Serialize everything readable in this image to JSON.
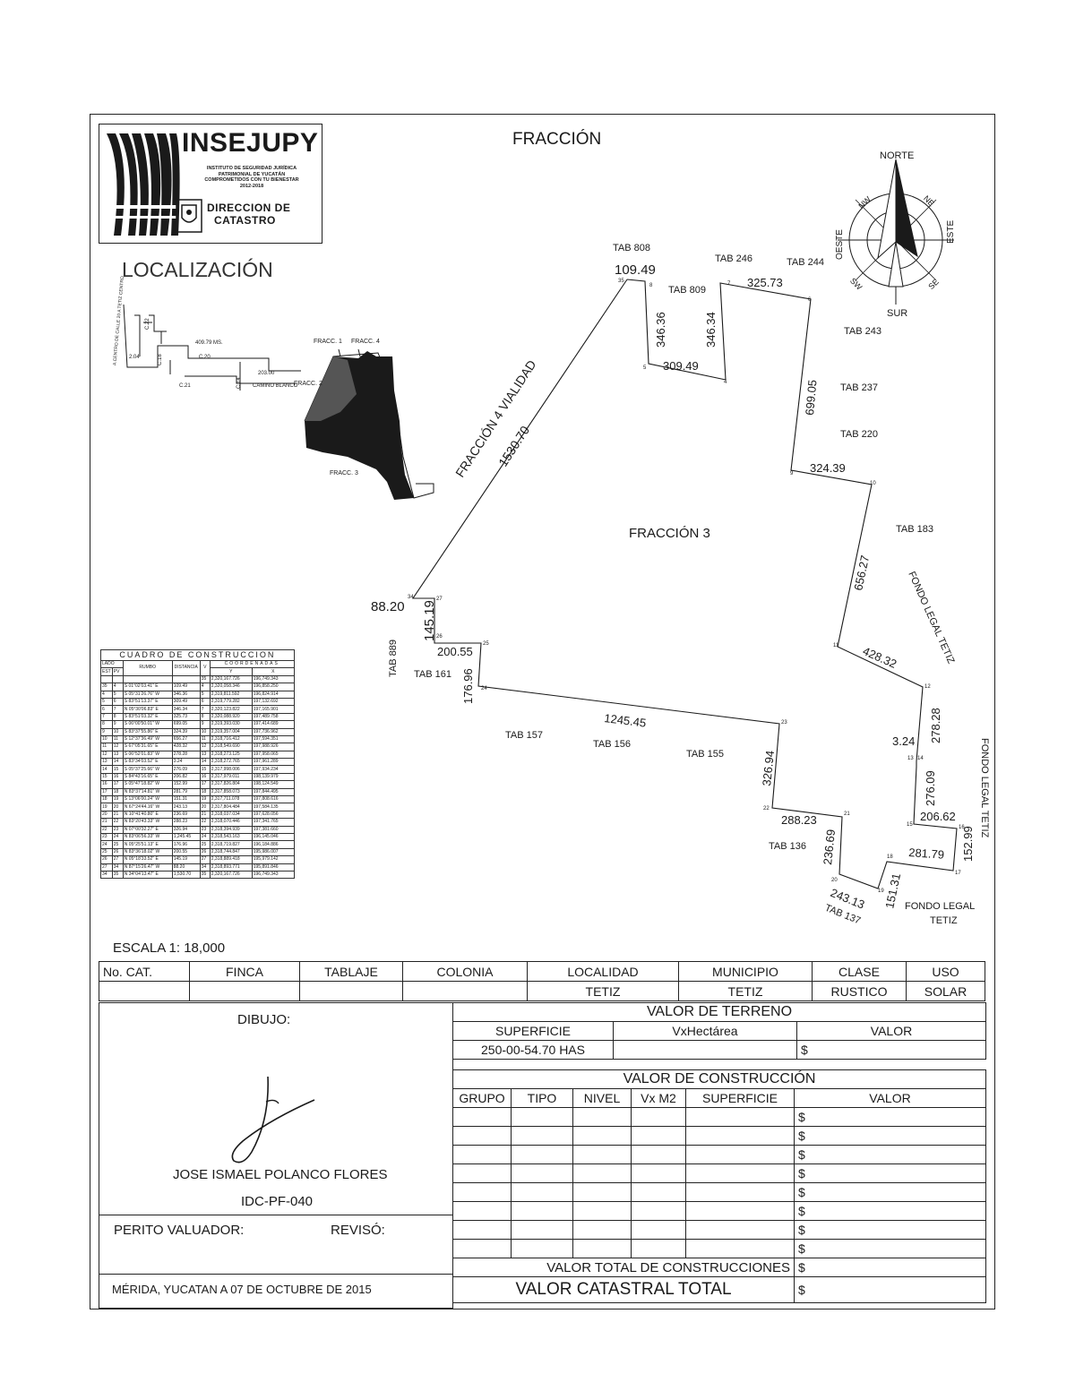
{
  "header": {
    "org_name": "INSEJUPY",
    "org_sub_lines": [
      "INSTITUTO DE SEGURIDAD JURÍDICA",
      "PATRIMONIAL DE YUCATÁN",
      "COMPROMETIDOS CON TU BIENESTAR",
      "2012-2018"
    ],
    "dept_line1": "DIRECCION DE",
    "dept_line2": "CATASTRO",
    "title": "FRACCIÓN",
    "localizacion": "LOCALIZACIÓN"
  },
  "compass": {
    "north": "NORTE",
    "south": "SUR",
    "east": "ESTE",
    "west": "OESTE",
    "ne": "NE",
    "nw": "NW",
    "se": "SE",
    "sw": "SW"
  },
  "loc_map": {
    "fracc1": "FRACC. 1",
    "fracc2": "FRACC. 2",
    "fracc3": "FRACC. 3",
    "fracc4": "FRACC. 4",
    "camino": "CAMINO BLANCO",
    "calle": "A.CENTRO DE CALLE 20 A TETIZ CENTRO",
    "dist1": "409.79 MS.",
    "c20": "C.20",
    "c21": "C.21",
    "c18": "C.18",
    "c14": "C.14",
    "c22": "C.22",
    "dist2": "203.00",
    "sa": "2.04"
  },
  "plan": {
    "fraccion3": "FRACCIÓN 3",
    "vialidad": "FRACCIÓN 4 VIALIDAD",
    "vialidad_len": "1530.70",
    "tabs": [
      "TAB 808",
      "TAB 246",
      "TAB 244",
      "TAB 809",
      "TAB 243",
      "TAB 237",
      "TAB 220",
      "TAB 183",
      "TAB 889",
      "TAB 161",
      "TAB 157",
      "TAB 156",
      "TAB 155",
      "TAB 136",
      "TAB 137"
    ],
    "fondo1": "FONDO LEGAL TETIZ",
    "fondo2": "FONDO LEGAL TETIZ",
    "fondo3a": "FONDO LEGAL",
    "fondo3b": "TETIZ",
    "dims": [
      "109.49",
      "325.73",
      "346.36",
      "346.34",
      "309.49",
      "699.05",
      "324.39",
      "656.27",
      "428.32",
      "278.28",
      "3.24",
      "276.09",
      "206.62",
      "152.99",
      "281.79",
      "151.31",
      "243.13",
      "236.69",
      "288.23",
      "326.94",
      "1245.45",
      "176.96",
      "200.55",
      "145.19",
      "88.20"
    ],
    "vertex_labels": [
      "35",
      "7",
      "6",
      "5",
      "4",
      "8",
      "9",
      "10",
      "11",
      "12",
      "13",
      "14",
      "15",
      "16",
      "17",
      "18",
      "19",
      "20",
      "21",
      "22",
      "23",
      "24",
      "25",
      "26",
      "27",
      "34"
    ]
  },
  "construction_table": {
    "caption": "CUADRO DE CONSTRUCCION",
    "headers": [
      "LADO",
      "RUMBO",
      "DISTANCIA",
      "V",
      "COORDENADAS"
    ],
    "subheaders": [
      "EST",
      "PV",
      "Y",
      "X"
    ],
    "first_row": [
      "",
      "",
      "",
      "",
      "35",
      "2,320,167.726",
      "196,749.343"
    ],
    "rows": [
      [
        "35",
        "4",
        "S 01°02'03.41\" E",
        "109.49",
        "4",
        "2,320,058.346",
        "196,858.250"
      ],
      [
        "4",
        "5",
        "S 05°31'26.76\" W",
        "346.36",
        "5",
        "2,319,811.592",
        "196,824.914"
      ],
      [
        "5",
        "6",
        "S 83°51'13.37\" E",
        "309.49",
        "6",
        "2,319,779.282",
        "197,132.692"
      ],
      [
        "6",
        "7",
        "N 05°30'06.83\" E",
        "346.34",
        "7",
        "2,320,123.822",
        "197,165.901"
      ],
      [
        "7",
        "8",
        "S 83°51'03.32\" E",
        "325.73",
        "8",
        "2,320,088.920",
        "197,489.758"
      ],
      [
        "8",
        "9",
        "S 06°00'50.01\" W",
        "699.05",
        "9",
        "2,319,393.030",
        "197,414.689"
      ],
      [
        "9",
        "10",
        "S 83°37'55.86\" E",
        "324.39",
        "10",
        "2,319,357.004",
        "197,736.962"
      ],
      [
        "10",
        "11",
        "S 12°37'36.49\" W",
        "656.27",
        "11",
        "2,318,716.412",
        "197,594.351"
      ],
      [
        "11",
        "12",
        "S 67°05'31.65\" E",
        "428.32",
        "12",
        "2,318,549.690",
        "197,988.926"
      ],
      [
        "12",
        "13",
        "S 06°52'01.83\" W",
        "278.28",
        "13",
        "2,318,273.125",
        "197,958.065"
      ],
      [
        "13",
        "14",
        "S 83°34'03.52\" E",
        "3.24",
        "14",
        "2,318,272.765",
        "197,961.289"
      ],
      [
        "14",
        "15",
        "S 05°37'25.66\" W",
        "276.09",
        "15",
        "2,317,998.006",
        "197,934.234"
      ],
      [
        "15",
        "16",
        "S 84°43'16.65\" E",
        "206.82",
        "16",
        "2,317,979.011",
        "198,139.979"
      ],
      [
        "16",
        "17",
        "S 05°47'18.82\" W",
        "152.99",
        "17",
        "2,317,826.804",
        "198,124.549"
      ],
      [
        "17",
        "18",
        "N 83°37'14.81\" W",
        "281.79",
        "18",
        "2,317,858.073",
        "197,844.495"
      ],
      [
        "18",
        "19",
        "S 13°06'00.24\" W",
        "151.31",
        "19",
        "2,317,711.078",
        "197,808.616"
      ],
      [
        "19",
        "20",
        "N 67°24'44.16\" W",
        "243.13",
        "20",
        "2,317,804.484",
        "197,584.135"
      ],
      [
        "20",
        "21",
        "N 10°41'40.80\" E",
        "236.69",
        "21",
        "2,318,037.034",
        "197,628.056"
      ],
      [
        "21",
        "22",
        "N 83°20'43.33\" W",
        "288.23",
        "22",
        "2,318,070.446",
        "197,341.765"
      ],
      [
        "22",
        "23",
        "N 07°00'32.27\" E",
        "326.94",
        "23",
        "2,318,394.939",
        "197,381.660"
      ],
      [
        "23",
        "24",
        "N 83°06'56.33\" W",
        "1,245.45",
        "24",
        "2,318,543.163",
        "196,145.046"
      ],
      [
        "24",
        "25",
        "N 05°25'51.13\" E",
        "176.96",
        "25",
        "2,318,719.827",
        "196,184.886"
      ],
      [
        "25",
        "26",
        "N 83°36'18.02\" W",
        "200.55",
        "26",
        "2,318,744.847",
        "195,986.007"
      ],
      [
        "26",
        "27",
        "N 05°18'33.52\" E",
        "145.19",
        "27",
        "2,318,889.418",
        "195,979.142"
      ],
      [
        "27",
        "34",
        "N 87°15'26.47\" W",
        "88.20",
        "34",
        "2,318,893.771",
        "195,891.846"
      ],
      [
        "34",
        "35",
        "N 34°04'13.47\" E",
        "1,530.70",
        "35",
        "2,320,167.726",
        "196,749.343"
      ]
    ]
  },
  "scale": "ESCALA   1: 18,000",
  "info": {
    "headers": [
      "No. CAT.",
      "FINCA",
      "TABLAJE",
      "COLONIA",
      "LOCALIDAD",
      "MUNICIPIO",
      "CLASE",
      "USO"
    ],
    "values": [
      "",
      "",
      "",
      "",
      "TETIZ",
      "TETIZ",
      "RUSTICO",
      "SOLAR"
    ]
  },
  "left_panel": {
    "dibujo": "DIBUJO:",
    "name": "JOSE ISMAEL POLANCO FLORES",
    "id": "IDC-PF-040",
    "perito": "PERITO VALUADOR:",
    "reviso": "REVISÓ:",
    "place_date": "MÉRIDA, YUCATAN  A  07  DE  OCTUBRE  DE  2015"
  },
  "valuation": {
    "terreno_title": "VALOR DE TERRENO",
    "terreno_headers": [
      "SUPERFICIE",
      "VxHectárea",
      "VALOR"
    ],
    "terreno_values": [
      "250-00-54.70 HAS",
      "",
      "$"
    ],
    "construccion_title": "VALOR DE CONSTRUCCIÓN",
    "construccion_headers": [
      "GRUPO",
      "TIPO",
      "NIVEL",
      "Vx M2",
      "SUPERFICIE",
      "VALOR"
    ],
    "dollar": "$",
    "total_construcciones": "VALOR TOTAL DE CONSTRUCCIONES",
    "total_catastral": "VALOR CATASTRAL TOTAL"
  }
}
